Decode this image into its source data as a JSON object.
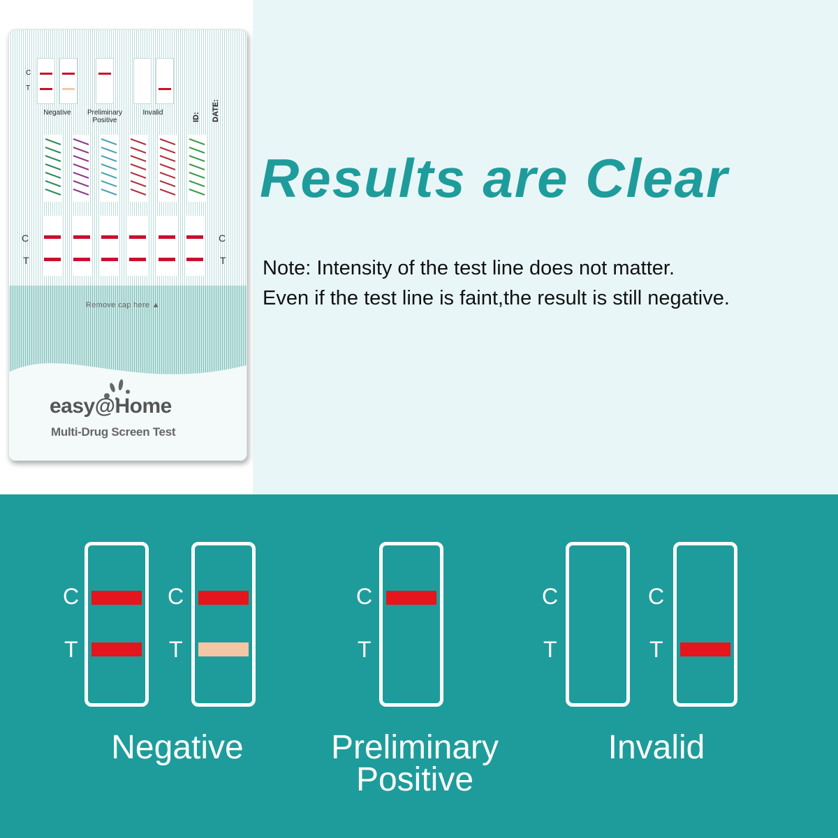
{
  "headline": "Results are Clear",
  "note": {
    "line1": "Note: Intensity of the test line does not matter.",
    "line2": "Even if the test line is faint,the result is still negative."
  },
  "card": {
    "legend": {
      "c_letter": "C",
      "t_letter": "T",
      "negative": "Negative",
      "preliminary_positive_1": "Preliminary",
      "preliminary_positive_2": "Positive",
      "invalid": "Invalid"
    },
    "id_label": "ID:",
    "date_label": "DATE:",
    "strip_c": "C",
    "strip_t": "T",
    "remove_cap": "Remove cap here ▲",
    "logo_text": "easy@Home",
    "logo_sub": "Multi-Drug Screen Test",
    "pad_colors": [
      "#2e8b57",
      "#8b3a8b",
      "#4aa3b5",
      "#b03040",
      "#b03040",
      "#3a9b4a"
    ]
  },
  "results": {
    "c_letter": "C",
    "t_letter": "T",
    "negative_label": "Negative",
    "preliminary_label_1": "Preliminary",
    "preliminary_label_2": "Positive",
    "invalid_label": "Invalid"
  },
  "colors": {
    "teal": "#1e9c9b",
    "red_line": "#e4151d",
    "faint_line": "#f5c6a5",
    "top_right_bg": "#e9f6f8"
  }
}
